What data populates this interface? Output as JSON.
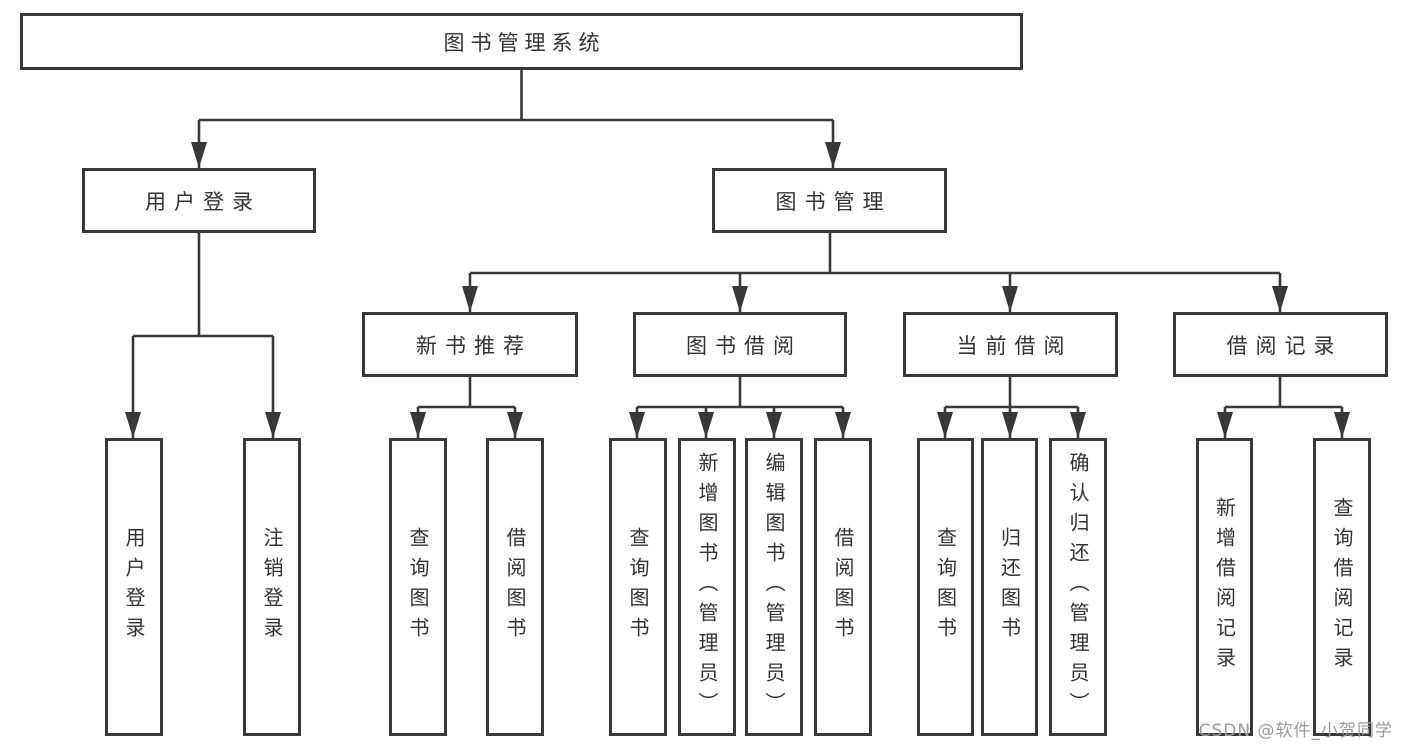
{
  "diagram_title": "图书管理系统",
  "nodes": {
    "root": {
      "label": "图书管理系统"
    },
    "user_login": {
      "label": "用户登录"
    },
    "book_mgmt": {
      "label": "图书管理"
    },
    "leaf_user_login": {
      "label": "用户登录"
    },
    "leaf_logout": {
      "label": "注销登录"
    },
    "new_book_rec": {
      "label": "新书推荐"
    },
    "book_borrow": {
      "label": "图书借阅"
    },
    "current_borrow": {
      "label": "当前借阅"
    },
    "borrow_record": {
      "label": "借阅记录"
    },
    "nbr_query_book": {
      "label": "查询图书"
    },
    "nbr_borrow_book": {
      "label": "借阅图书"
    },
    "bb_query_book": {
      "label": "查询图书"
    },
    "bb_add_book": {
      "label": "新增图书（管理员）"
    },
    "bb_edit_book": {
      "label": "编辑图书（管理员）"
    },
    "bb_borrow_book": {
      "label": "借阅图书"
    },
    "cb_query_book": {
      "label": "查询图书"
    },
    "cb_return_book": {
      "label": "归还图书"
    },
    "cb_confirm_return": {
      "label": "确认归还（管理员）"
    },
    "br_add_record": {
      "label": "新增借阅记录"
    },
    "br_query_record": {
      "label": "查询借阅记录"
    }
  },
  "watermark": "CSDN @软件_小贺同学",
  "colors": {
    "line": "#383838",
    "text": "#333333",
    "box_background": "#ffffff",
    "watermark_text": "#9b9b9b"
  }
}
